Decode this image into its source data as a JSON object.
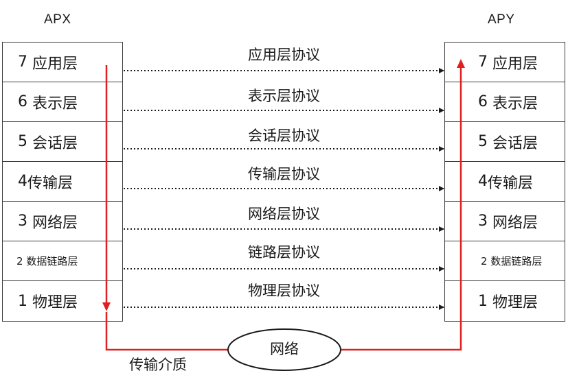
{
  "hosts": {
    "left": {
      "name": "APX",
      "layers": [
        {
          "number": "7",
          "name": "应用层"
        },
        {
          "number": "6",
          "name": "表示层"
        },
        {
          "number": "5",
          "name": "会话层"
        },
        {
          "number": "4",
          "name": "传输层"
        },
        {
          "number": "3",
          "name": "网络层"
        },
        {
          "number": "2",
          "name": "数据链路层"
        },
        {
          "number": "1",
          "name": "物理层"
        }
      ]
    },
    "right": {
      "name": "APY",
      "layers": [
        {
          "number": "7",
          "name": "应用层"
        },
        {
          "number": "6",
          "name": "表示层"
        },
        {
          "number": "5",
          "name": "会话层"
        },
        {
          "number": "4",
          "name": "传输层"
        },
        {
          "number": "3",
          "name": "网络层"
        },
        {
          "number": "2",
          "name": "数据链路层"
        },
        {
          "number": "1",
          "name": "物理层"
        }
      ]
    }
  },
  "protocols": [
    "应用层协议",
    "表示层协议",
    "会话层协议",
    "传输层协议",
    "网络层协议",
    "链路层协议",
    "物理层协议"
  ],
  "medium_label": "传输介质",
  "network_label": "网络",
  "colors": {
    "data_path": "#e02020",
    "box_border": "#3a3a3a",
    "dotted_arrow": "#1a1a1a"
  }
}
